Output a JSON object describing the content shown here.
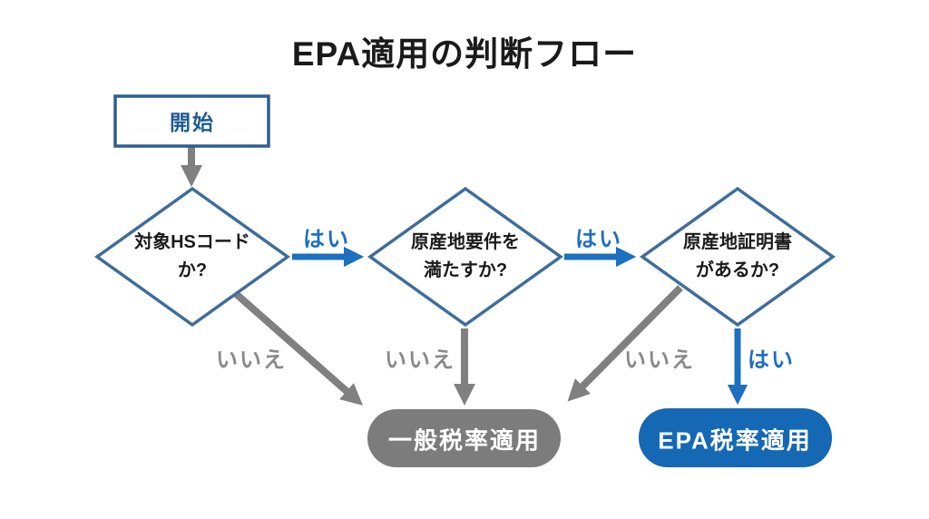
{
  "title": "EPA適用の判断フロー",
  "palette": {
    "background": "#FFFFFF",
    "title_text": "#1A1A1A",
    "node_text": "#1A1A1A",
    "start_border": "#2E5E8F",
    "start_text": "#1E5C8F",
    "diamond_border": "#3E6D9C",
    "yes_blue": "#1D6FC0",
    "no_gray": "#8A8A8A",
    "arrow_gray": "#808080",
    "general_pill_fill": "#7C7C7C",
    "epa_pill_fill": "#1568B3",
    "pill_text": "#FFFFFF"
  },
  "nodes": {
    "start": {
      "label": "開始"
    },
    "decision1": {
      "line1": "対象HSコード",
      "line2": "か?"
    },
    "decision2": {
      "line1": "原産地要件を",
      "line2": "満たすか?"
    },
    "decision3": {
      "line1": "原産地証明書",
      "line2": "があるか?"
    },
    "general": {
      "label": "一般税率適用"
    },
    "epa": {
      "label": "EPA税率適用"
    }
  },
  "edge_labels": {
    "yes1": "はい",
    "yes2": "はい",
    "yes3": "はい",
    "no1": "いいえ",
    "no2": "いいえ",
    "no3": "いいえ"
  }
}
